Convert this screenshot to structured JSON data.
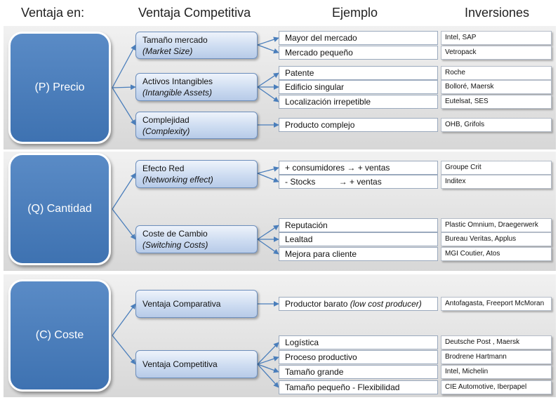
{
  "headers": {
    "col1": "Ventaja en:",
    "col2": "Ventaja Competitiva",
    "col3": "Ejemplo",
    "col4": "Inversiones"
  },
  "colors": {
    "main_node": "#4a7ebb",
    "band": "#e3e3e3",
    "connector": "#4a7ebb"
  },
  "groups": [
    {
      "label": "(P) Precio",
      "advantages": [
        {
          "name": "Tamaño mercado",
          "name_en": "(Market Size)",
          "examples": [
            {
              "text": "Mayor del mercado",
              "inversiones": "Intel, SAP"
            },
            {
              "text": "Mercado pequeño",
              "inversiones": "Vetropack"
            }
          ]
        },
        {
          "name": "Activos Intangibles",
          "name_en": "(Intangible Assets)",
          "examples": [
            {
              "text": "Patente",
              "inversiones": "Roche"
            },
            {
              "text": "Edificio singular",
              "inversiones": "Bolloré, Maersk"
            },
            {
              "text": "Localización irrepetible",
              "inversiones": "Eutelsat, SES"
            }
          ]
        },
        {
          "name": "Complejidad",
          "name_en": "(Complexity)",
          "examples": [
            {
              "text": "Producto complejo",
              "inversiones": "OHB, Grifols"
            }
          ]
        }
      ]
    },
    {
      "label": "(Q) Cantidad",
      "advantages": [
        {
          "name": "Efecto Red",
          "name_en": "(Networking effect)",
          "examples": [
            {
              "text": "+ consumidores → + ventas",
              "inversiones": "Groupe Crit"
            },
            {
              "text": "- Stocks          → + ventas",
              "inversiones": "Inditex"
            }
          ]
        },
        {
          "name": "Coste de Cambio",
          "name_en": "(Switching Costs)",
          "examples": [
            {
              "text": "Reputación",
              "inversiones": "Plastic Omnium, Draegerwerk"
            },
            {
              "text": "Lealtad",
              "inversiones": "Bureau Veritas, Applus"
            },
            {
              "text": "Mejora para cliente",
              "inversiones": "MGI Coutier, Atos"
            }
          ]
        }
      ]
    },
    {
      "label": "(C) Coste",
      "advantages": [
        {
          "name": "Ventaja Comparativa",
          "name_en": "",
          "examples": [
            {
              "text": "Productor barato",
              "text_en": "(low cost producer)",
              "inversiones": "Antofagasta, Freeport McMoran"
            }
          ]
        },
        {
          "name": "Ventaja Competitiva",
          "name_en": "",
          "examples": [
            {
              "text": "Logística",
              "inversiones": "Deutsche Post , Maersk"
            },
            {
              "text": "Proceso productivo",
              "inversiones": "Brodrene Hartmann"
            },
            {
              "text": "Tamaño grande",
              "inversiones": "Intel, Michelin"
            },
            {
              "text": "Tamaño pequeño - Flexibilidad",
              "inversiones": "CIE Automotive, Iberpapel"
            }
          ]
        }
      ]
    }
  ]
}
